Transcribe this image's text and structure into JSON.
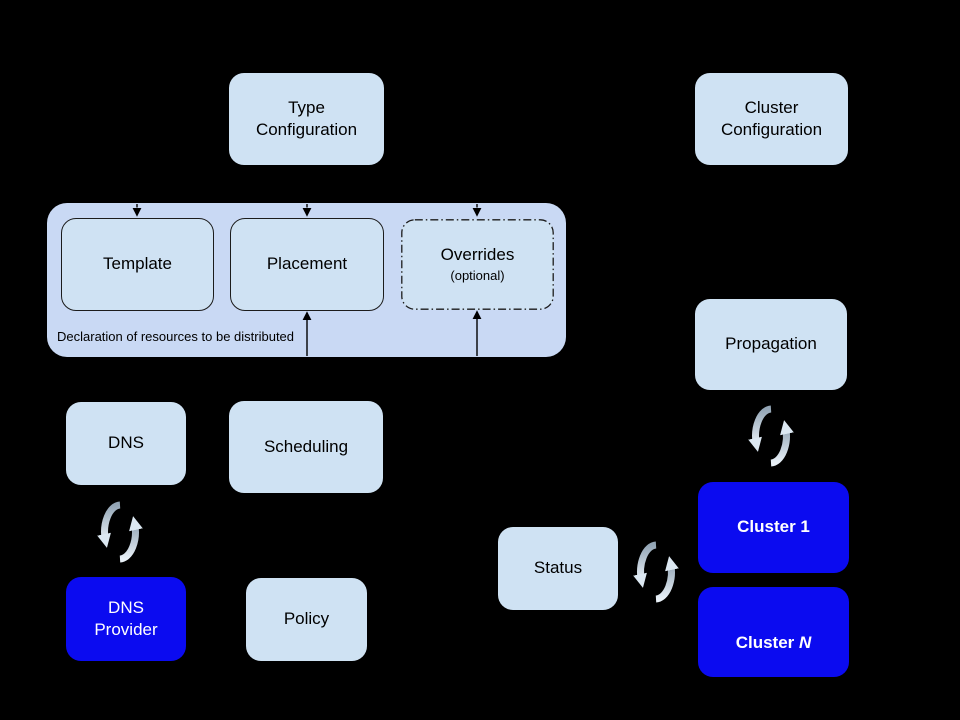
{
  "diagram": {
    "nodes": {
      "type_configuration": "Type\nConfiguration",
      "cluster_configuration": "Cluster\nConfiguration",
      "template": "Template",
      "placement": "Placement",
      "overrides_title": "Overrides",
      "overrides_sub": "(optional)",
      "container_caption": "Declaration of resources to be distributed",
      "dns": "DNS",
      "scheduling": "Scheduling",
      "dns_provider": "DNS\nProvider",
      "policy": "Policy",
      "propagation": "Propagation",
      "status": "Status",
      "cluster_1": "Cluster 1",
      "cluster_n_prefix": "Cluster ",
      "cluster_n_suffix": "N"
    },
    "colors": {
      "background": "#000000",
      "node_fill": "#cfe2f3",
      "container_fill": "#c9d9f4",
      "highlight_fill": "#0b0bf0",
      "node_text": "#000000",
      "highlight_text": "#ffffff",
      "connector": "#000000",
      "sync_icon_light": "#e9f1f8",
      "sync_icon_dark": "#93a5b5"
    },
    "icons": {
      "sync": "circular-refresh-arrows"
    }
  }
}
